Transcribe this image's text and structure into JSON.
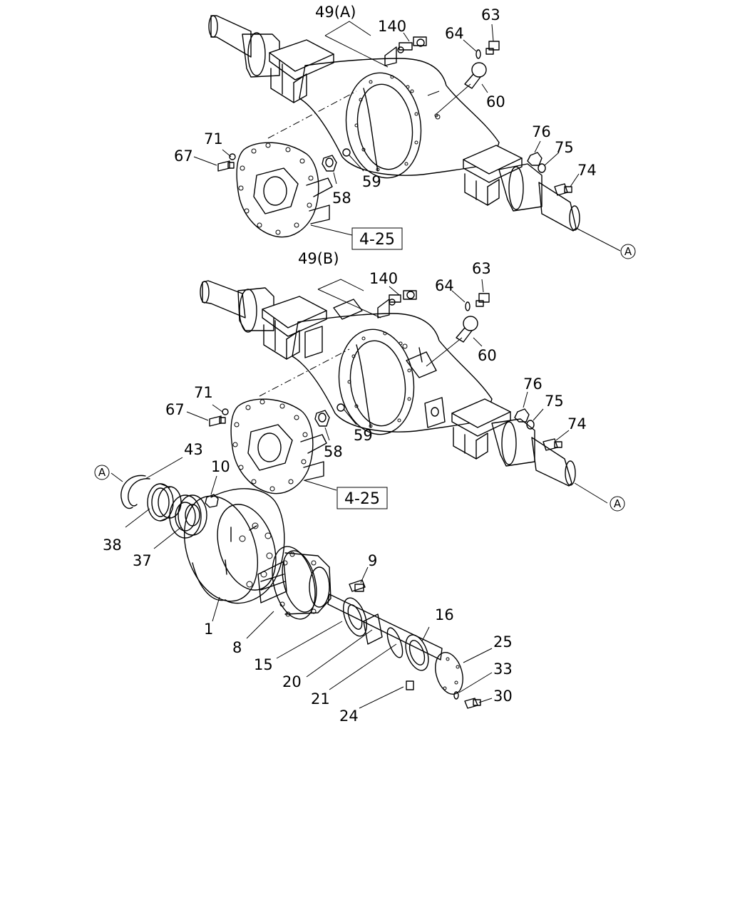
{
  "labels": {
    "p49a": "49(A)",
    "p140a": "140",
    "p64a": "64",
    "p63a": "63",
    "p60a": "60",
    "p71a": "71",
    "p67a": "67",
    "p58a": "58",
    "p59a": "59",
    "p76a": "76",
    "p75a": "75",
    "p74a": "74",
    "p49b": "49(B)",
    "p140b": "140",
    "p64b": "64",
    "p63b": "63",
    "p60b": "60",
    "p71b": "71",
    "p67b": "67",
    "p58b": "58",
    "p59b": "59",
    "p76b": "76",
    "p75b": "75",
    "p74b": "74",
    "p43": "43",
    "p10": "10",
    "p38": "38",
    "p37": "37",
    "p9": "9",
    "p1": "1",
    "p8": "8",
    "p15": "15",
    "p16": "16",
    "p20": "20",
    "p21": "21",
    "p24": "24",
    "p25": "25",
    "p33": "33",
    "p30": "30"
  },
  "refs": {
    "ref_top": "4-25",
    "ref_bottom": "4-25"
  },
  "markers": {
    "a1": "A",
    "a2": "A",
    "a3": "A"
  }
}
